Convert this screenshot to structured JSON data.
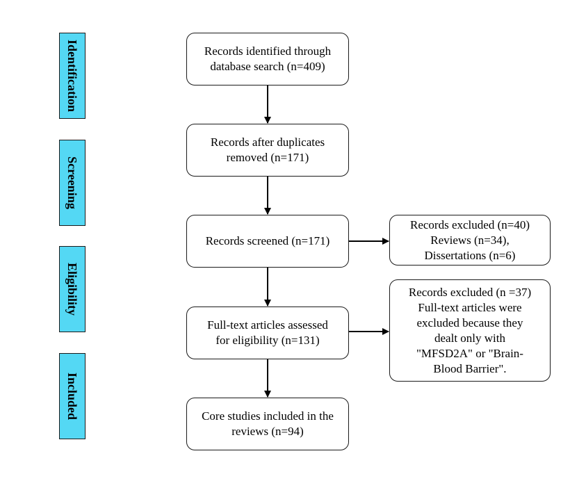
{
  "stages": {
    "identification": "Identification",
    "screening": "Screening",
    "eligibility": "Eligibility",
    "included": "Included"
  },
  "boxes": {
    "identified": "Records identified through\ndatabase search (n=409)",
    "after_duplicates": "Records after duplicates\nremoved (n=171)",
    "screened": "Records screened (n=171)",
    "fulltext": "Full-text articles assessed\nfor eligibility  (n=131)",
    "included": "Core studies included in the\nreviews (n=94)",
    "excluded_screening": "Records excluded (n=40)\nReviews (n=34),\nDissertations (n=6)",
    "excluded_fulltext": "Records excluded (n =37)\nFull-text articles were\nexcluded because they\ndealt only with\n\"MFSD2A\" or \"Brain-\nBlood Barrier\"."
  },
  "colors": {
    "stage_fill": "#54d8f4",
    "border": "#1a1a1a"
  }
}
